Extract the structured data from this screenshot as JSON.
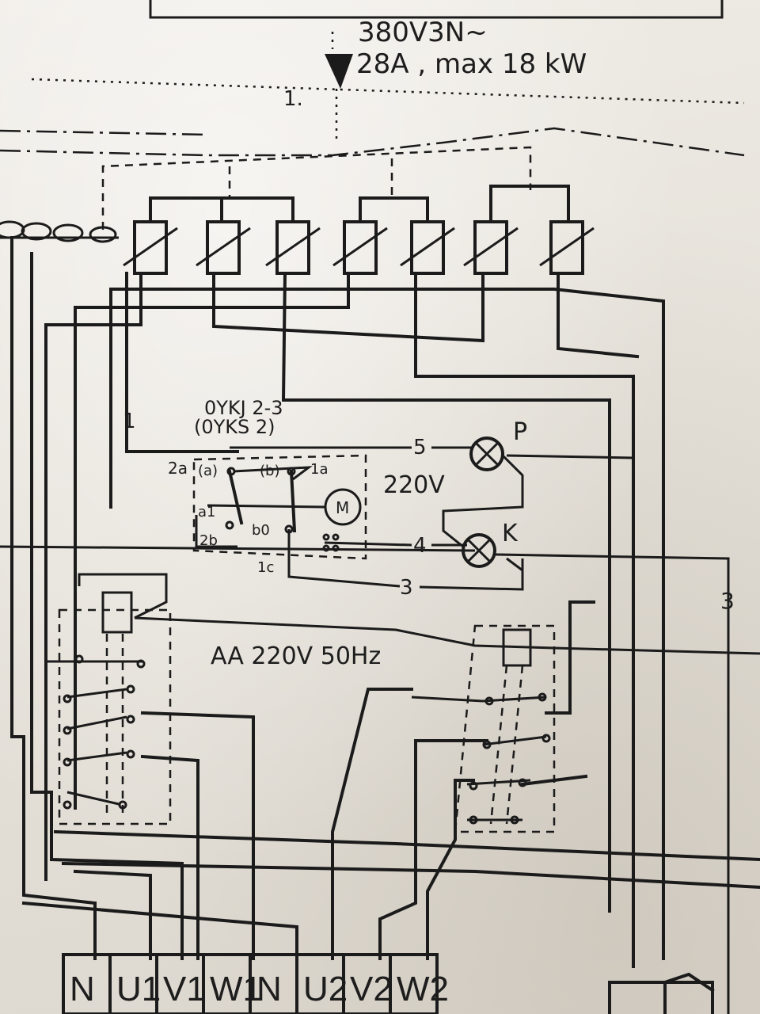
{
  "supply": {
    "voltage_label": "380V3N~",
    "current_label": "28A ,  max 18 kW",
    "line_marker": "1."
  },
  "controller": {
    "model_line1": "0YKJ 2-3",
    "model_line2": "(0YKS 2)",
    "contacts": {
      "c2a": "2a",
      "a": "(a)",
      "b": "(b)",
      "c1a": "1a",
      "a1": "a1",
      "c2b": "2b",
      "b0": "b0",
      "c1c": "1c"
    },
    "motor_label": "M",
    "voltage": "220V"
  },
  "lamps": [
    {
      "label": "P",
      "wire": "5"
    },
    {
      "label": "K",
      "wire": "4"
    }
  ],
  "wire_numbers": {
    "left": "1",
    "bottom": "3",
    "right": "3"
  },
  "contactor_coil": {
    "label": "AA 220V 50Hz"
  },
  "terminals": [
    "N",
    "U1",
    "V1",
    "W1",
    "N",
    "U2",
    "V2",
    "W2"
  ],
  "colors": {
    "ink": "#1b1b1b",
    "paper": "#e9e6df"
  }
}
